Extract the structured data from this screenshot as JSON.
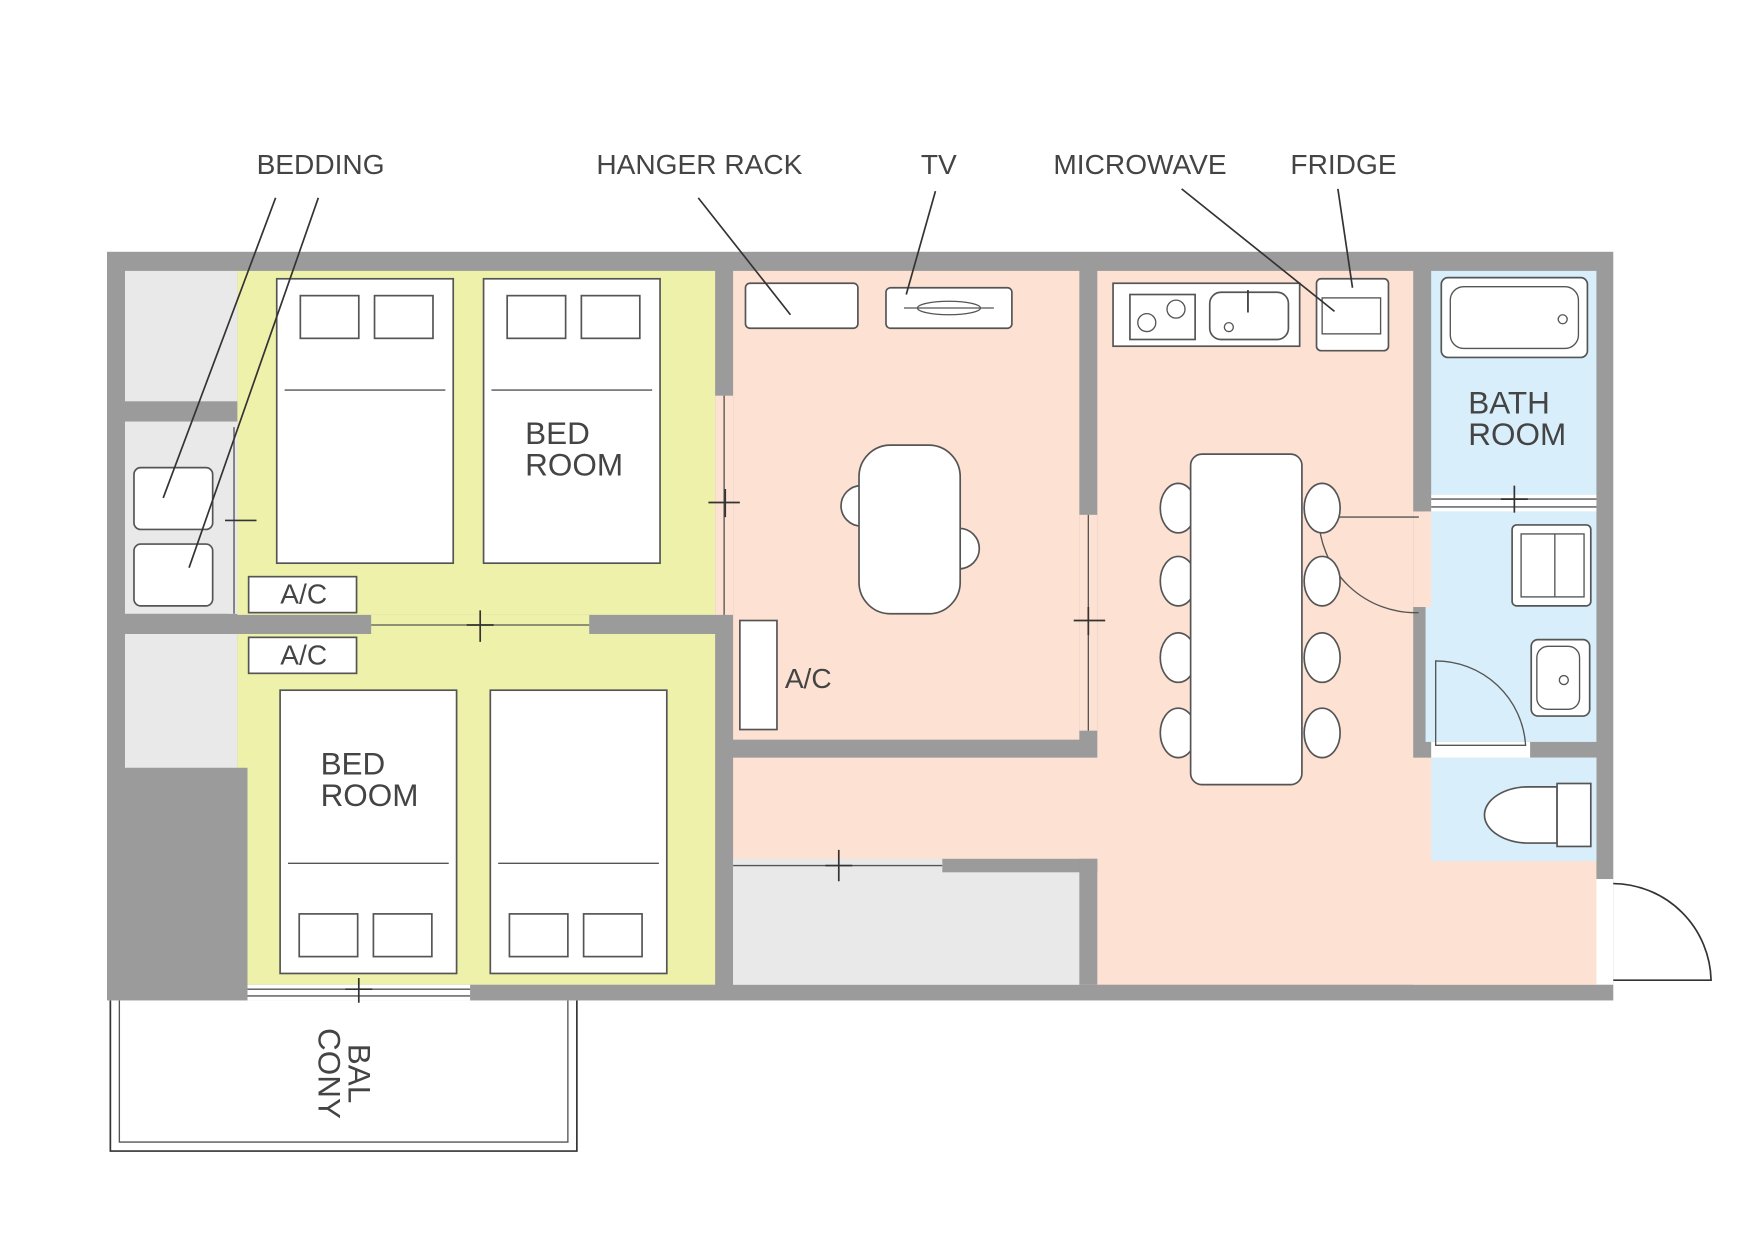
{
  "callouts": {
    "bedding": "BEDDING",
    "hanger_rack": "HANGER RACK",
    "tv": "TV",
    "microwave": "MICROWAVE",
    "fridge": "FRIDGE"
  },
  "rooms": {
    "bedroom_1": [
      "BED",
      "ROOM"
    ],
    "bedroom_2": [
      "BED",
      "ROOM"
    ],
    "bathroom": [
      "BATH",
      "ROOM"
    ],
    "balcony": [
      "BAL",
      "CONY"
    ]
  },
  "fixtures": {
    "ac_1": "A/C",
    "ac_2": "A/C",
    "ac_3": "A/C"
  },
  "colors": {
    "wall": "#9b9b9b",
    "bedroom": "#eef1aa",
    "living_kitchen": "#fde1d3",
    "bathroom": "#d8effb",
    "closet": "#e9e9e9",
    "text": "#444444"
  }
}
